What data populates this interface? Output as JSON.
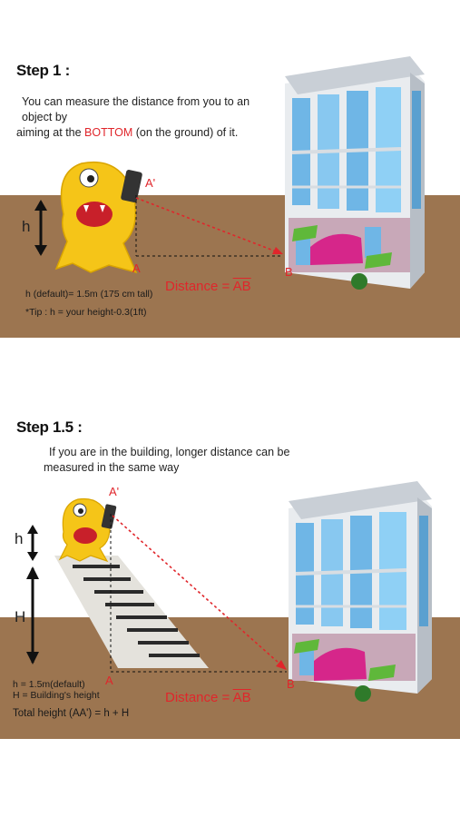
{
  "step1": {
    "title": "Step 1 :",
    "desc_line1": "You can measure the distance from you to an object by",
    "desc_pre": "aiming at the ",
    "desc_highlight": "BOTTOM",
    "desc_post": " (on the ground) of it.",
    "label_h": "h",
    "label_a_prime": "A'",
    "label_a": "A",
    "label_b": "B",
    "distance_prefix": "Distance = ",
    "distance_var": "AB",
    "note_default": "h (default)= 1.5m (175 cm tall)",
    "note_tip": "*Tip : h = your height-0.3(1ft)"
  },
  "step15": {
    "title": "Step 1.5 :",
    "desc_line1": "If you are in the building, longer distance can be",
    "desc_line2": "measured in the same way",
    "label_h": "h",
    "label_H": "H",
    "label_a_prime": "A'",
    "label_a": "A",
    "label_b": "B",
    "distance_prefix": "Distance = ",
    "distance_var": "AB",
    "note_h": "h = 1.5m(default)",
    "note_H": "H = Building's height",
    "note_total": "Total height (AA') = h + H"
  },
  "colors": {
    "ground": "#9c7550",
    "accent_red": "#e0262b",
    "monster": "#f5c518",
    "awning_pink": "#d6268a",
    "awning_green": "#5fb83a",
    "glass": "#7ec8f0"
  }
}
